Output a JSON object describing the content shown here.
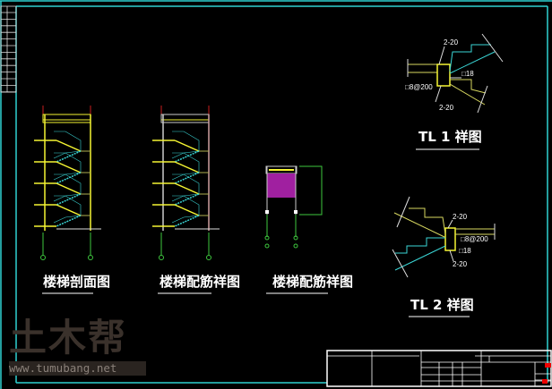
{
  "drawing": {
    "views": [
      {
        "title": "楼梯剖面图"
      },
      {
        "title": "楼梯配筋祥图"
      },
      {
        "title": "楼梯配筋祥图"
      }
    ],
    "tl1": {
      "title": "TL 1 祥图",
      "top_bar": "2-20",
      "stirrup": "□8@200",
      "side_bar": "□18",
      "bottom_bar": "2-20"
    },
    "tl2": {
      "title": "TL 2 祥图",
      "top_bar": "2-20",
      "stirrup": "□8@200",
      "side_bar": "□18",
      "bottom_bar": "2-20"
    }
  },
  "watermark": {
    "logo": "土木帮",
    "url": "www.tumubang.net"
  },
  "colors": {
    "frame": "#2fd1d1",
    "yellow": "#f5f532",
    "cyan": "#3ad6d6",
    "green": "#3ec83e",
    "red": "#c81e1e",
    "magenta": "#a020a0"
  }
}
